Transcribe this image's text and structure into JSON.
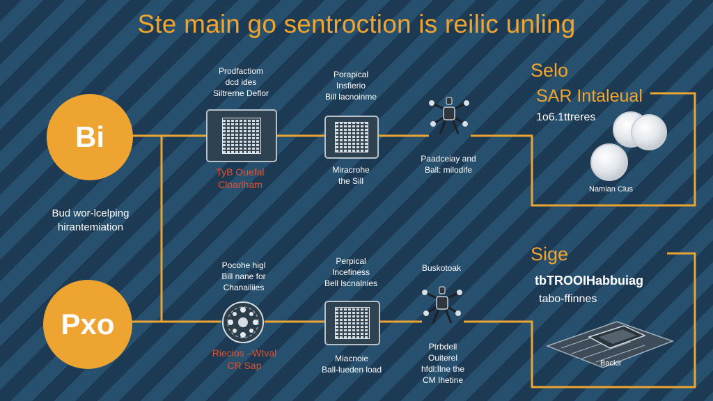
{
  "title": "Ste main go sentroction is reilic unling",
  "colors": {
    "accent": "#eda431",
    "line": "#eda431",
    "red_text": "#e0512f",
    "background": "#1f3f5c"
  },
  "left": {
    "top_circle": "Bi",
    "bottom_circle": "Pxo",
    "note": [
      "Bud wor-lcelping",
      "hirantemiation"
    ]
  },
  "top_row": {
    "node1": {
      "label": [
        "Prodfactiom",
        "dcd ides",
        "Siltrerne Deflor"
      ],
      "sublabel": [
        "TyB Ouefal",
        "Cloarlham"
      ],
      "icon": "qr-chip-icon"
    },
    "node2": {
      "label": [
        "Porapical",
        "Insfierio",
        "Bill lacnoinme"
      ],
      "sublabel": [
        "Miracrohe",
        "the Sill"
      ],
      "icon": "qr-chip-icon"
    },
    "node3": {
      "label": [
        "Paadceiay and",
        "Ball: milodife"
      ],
      "icon": "robot-spider-icon"
    }
  },
  "bottom_row": {
    "node1": {
      "label": [
        "Pocohe higl",
        "Bill nane for",
        "Chanailiies"
      ],
      "sublabel": [
        "Riecios –Wtval",
        "CR Sap"
      ],
      "icon": "hub-icon"
    },
    "node2": {
      "label": [
        "Perpical",
        "Incefiness",
        "Bell lscnalnies"
      ],
      "sublabel": [
        "Miacnoie",
        "Ball-lueden load"
      ],
      "icon": "qr-chip-icon"
    },
    "node3": {
      "top_label": "Buskotoak",
      "label": [
        "Ptrbdell",
        "Ouiterel",
        "hfdl:Ilne the",
        "CM Ihetine"
      ],
      "icon": "robot-spider-icon"
    }
  },
  "right_top": {
    "head": "Selo",
    "subhead": "SAR Intaleual",
    "line": "1o6.1ttreres",
    "caption": "Namian Clus",
    "icon": "coins-icon"
  },
  "right_bottom": {
    "head": "Sige",
    "bold": "tbTROOIHabbuiag",
    "line": "tabo-ffinnes",
    "caption": "Backir",
    "icon": "circuit-board-icon"
  }
}
